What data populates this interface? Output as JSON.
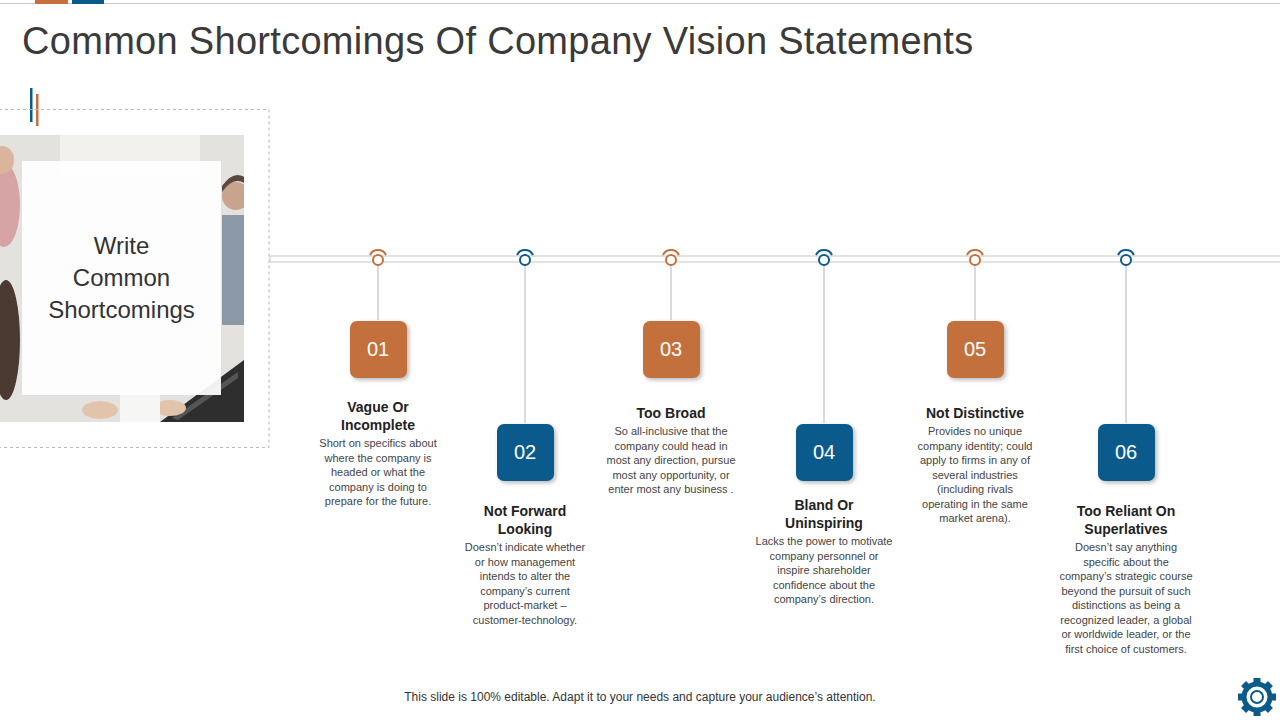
{
  "diagram": {
    "title": "Common Shortcomings Of Company Vision Statements",
    "caption": "This slide is 100% editable. Adapt it to your needs and capture your audience’s attention.",
    "nodes": [
      {
        "text": [
          "Write Common Shortcomings"
        ]
      },
      {
        "text": [
          "01",
          "Vague Or Incomplete",
          "Short on specifics about where the company is headed or what the company is doing to prepare for the future."
        ]
      },
      {
        "text": [
          "02",
          "Not Forward Looking",
          "Doesn’t indicate whether or how management intends to alter the company’s current product-market – customer-technology."
        ]
      },
      {
        "text": [
          "03",
          "Too Broad",
          "So all-inclusive that the company could head in most any direction, pursue most any opportunity, or enter most any business ."
        ]
      },
      {
        "text": [
          "04",
          "Bland Or Uninspiring",
          "Lacks the power to motivate company personnel or inspire shareholder confidence about the company’s direction."
        ]
      },
      {
        "text": [
          "05",
          "Not Distinctive",
          "Provides no unique company identity; could apply to firms in any of several industries (including rivals operating in the same market arena)."
        ]
      },
      {
        "text": [
          "06",
          "Too Reliant On Superlatives",
          "Doesn’t say anything specific about the company’s strategic course beyond the pursuit of such distinctions as being a recognized leader, a global or worldwide leader, or the first choice of customers."
        ]
      }
    ]
  }
}
